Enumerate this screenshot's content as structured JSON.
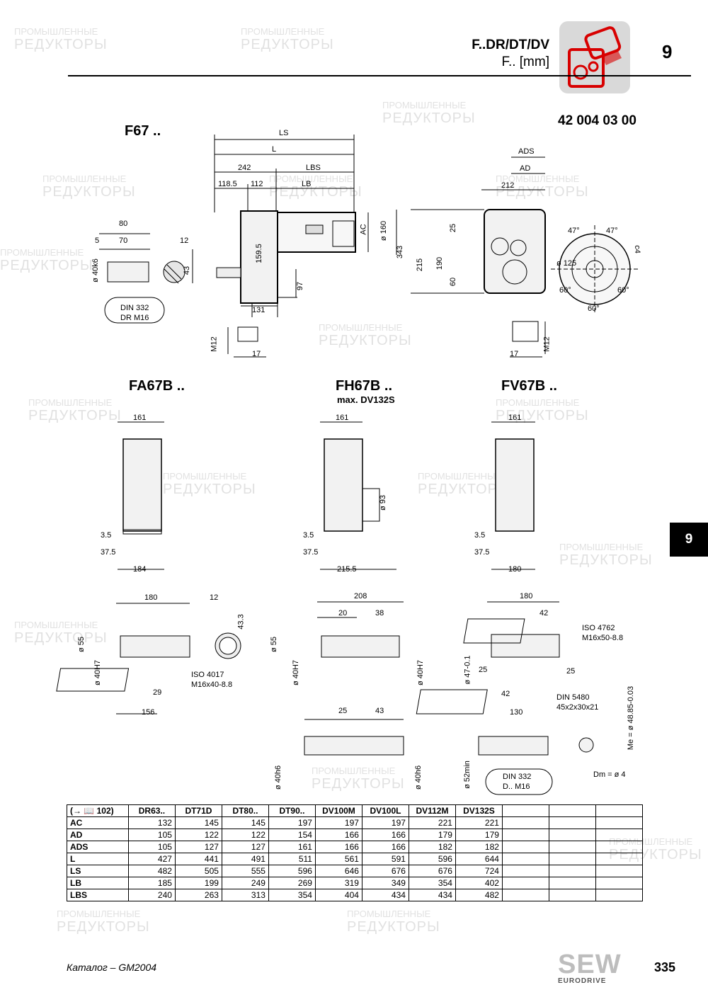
{
  "header": {
    "title_line1": "F..DR/DT/DV",
    "title_line2": "F.. [mm]",
    "chapter": "9",
    "doc_number": "42 004 03 00"
  },
  "watermark": {
    "line1": "ПРОМЫШЛЕННЫЕ",
    "line2": "РЕДУКТОРЫ"
  },
  "side_tab": "9",
  "drawings": {
    "f67": {
      "label": "F67 ..",
      "dims": [
        "LS",
        "L",
        "242",
        "LBS",
        "118.5",
        "112",
        "LB",
        "AC",
        "ø 160",
        "80",
        "5",
        "70",
        "12",
        "43",
        "ø 40k6",
        "159.5",
        "97",
        "131",
        "M12",
        "17",
        "343",
        "215",
        "190",
        "60",
        "25",
        "212",
        "ADS",
        "AD",
        "47°",
        "47°",
        "ø 125",
        "c4",
        "60°",
        "60°",
        "60°",
        "M12",
        "17"
      ],
      "callout": {
        "line1": "DIN 332",
        "line2": "DR M16"
      }
    },
    "fa67b": {
      "label": "FA67B ..",
      "dims": [
        "161",
        "3.5",
        "37.5",
        "184",
        "180",
        "12",
        "43.3",
        "ø 55",
        "ø 40H7",
        "29",
        "156"
      ],
      "callout": {
        "line1": "ISO 4017",
        "line2": "M16x40-8.8"
      }
    },
    "fh67b": {
      "label": "FH67B ..",
      "sublabel": "max. DV132S",
      "dims": [
        "161",
        "ø 93",
        "3.5",
        "37.5",
        "215.5",
        "208",
        "20",
        "38",
        "ø 55",
        "ø 40H7",
        "ø 40H7",
        "25",
        "43",
        "ø 40h6",
        "ø 40h6"
      ]
    },
    "fv67b": {
      "label": "FV67B ..",
      "dims": [
        "161",
        "3.5",
        "37.5",
        "180",
        "180",
        "42",
        "ø 47-0.1",
        "25",
        "25",
        "42",
        "130",
        "ø 52min",
        "Me = ø 48.85-0.03",
        "Dm = ø 4"
      ],
      "callouts": [
        {
          "line1": "ISO 4762",
          "line2": "M16x50-8.8"
        },
        {
          "line1": "DIN 5480",
          "line2": "45x2x30x21"
        },
        {
          "line1": "DIN 332",
          "line2": "D.. M16"
        }
      ]
    }
  },
  "table": {
    "ref": "(→ 📖 102)",
    "columns": [
      "DR63..",
      "DT71D",
      "DT80..",
      "DT90..",
      "DV100M",
      "DV100L",
      "DV112M",
      "DV132S",
      "",
      "",
      ""
    ],
    "rows": [
      {
        "label": "AC",
        "values": [
          "132",
          "145",
          "145",
          "197",
          "197",
          "197",
          "221",
          "221",
          "",
          "",
          ""
        ]
      },
      {
        "label": "AD",
        "values": [
          "105",
          "122",
          "122",
          "154",
          "166",
          "166",
          "179",
          "179",
          "",
          "",
          ""
        ]
      },
      {
        "label": "ADS",
        "values": [
          "105",
          "127",
          "127",
          "161",
          "166",
          "166",
          "182",
          "182",
          "",
          "",
          ""
        ]
      },
      {
        "label": "L",
        "values": [
          "427",
          "441",
          "491",
          "511",
          "561",
          "591",
          "596",
          "644",
          "",
          "",
          ""
        ]
      },
      {
        "label": "LS",
        "values": [
          "482",
          "505",
          "555",
          "596",
          "646",
          "676",
          "676",
          "724",
          "",
          "",
          ""
        ]
      },
      {
        "label": "LB",
        "values": [
          "185",
          "199",
          "249",
          "269",
          "319",
          "349",
          "354",
          "402",
          "",
          "",
          ""
        ]
      },
      {
        "label": "LBS",
        "values": [
          "240",
          "263",
          "313",
          "354",
          "404",
          "434",
          "434",
          "482",
          "",
          "",
          ""
        ]
      }
    ]
  },
  "footer": {
    "catalog": "Каталог – GM2004",
    "page": "335",
    "brand": "SEW",
    "brand_sub": "EURODRIVE"
  }
}
